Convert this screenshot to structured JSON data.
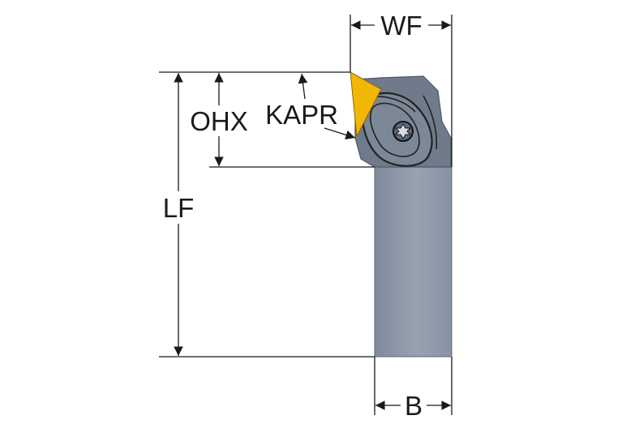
{
  "labels": {
    "wf": "WF",
    "ohx": "OHX",
    "kapr": "KAPR",
    "lf": "LF",
    "b": "B"
  },
  "colors": {
    "line": "#1a1a1a",
    "shank": "#8a96a6",
    "shank_highlight": "#a7b1be",
    "head": "#6e7a8a",
    "insert": "#f2b705",
    "detail": "#222222"
  }
}
